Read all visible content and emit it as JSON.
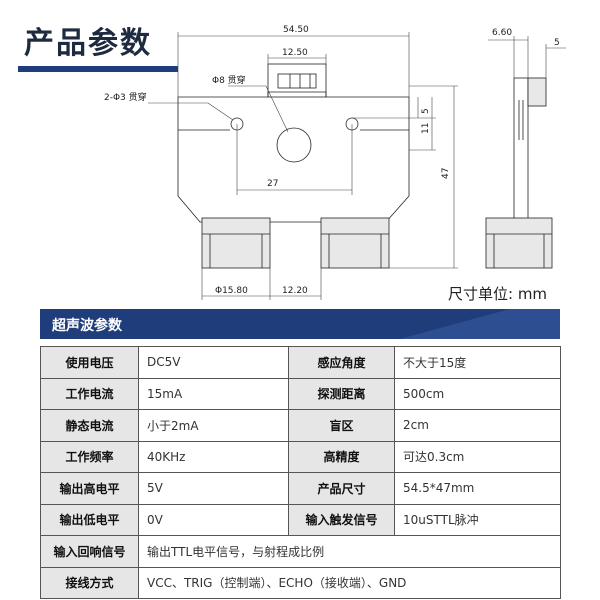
{
  "header": {
    "title": "产品参数"
  },
  "drawing": {
    "dims": {
      "width": "54.50",
      "connector_width": "12.50",
      "hole_center": "Φ8 贯穿",
      "mount_holes": "2-Φ3 贯穿",
      "offset_5": "5",
      "offset_11": "11",
      "height": "47",
      "hole_spacing": "27",
      "transducer_dia": "Φ15.80",
      "transducer_gap": "12.20",
      "side_thickness": "6.60",
      "side_pin": "5"
    },
    "unit_label": "尺寸单位:  mm"
  },
  "section": {
    "title": "超声波参数"
  },
  "specs": {
    "rows": [
      {
        "l1": "使用电压",
        "v1": "DC5V",
        "l2": "感应角度",
        "v2": "不大于15度"
      },
      {
        "l1": "工作电流",
        "v1": "15mA",
        "l2": "探测距离",
        "v2": "500cm"
      },
      {
        "l1": "静态电流",
        "v1": "小于2mA",
        "l2": "盲区",
        "v2": "2cm"
      },
      {
        "l1": "工作频率",
        "v1": "40KHz",
        "l2": "高精度",
        "v2": "可达0.3cm"
      },
      {
        "l1": "输出高电平",
        "v1": "5V",
        "l2": "产品尺寸",
        "v2": "54.5*47mm"
      },
      {
        "l1": "输出低电平",
        "v1": "0V",
        "l2": "输入触发信号",
        "v2": "10uSTTL脉冲"
      }
    ],
    "wide_rows": [
      {
        "label": "输入回响信号",
        "value": "输出TTL电平信号，与射程成比例"
      },
      {
        "label": "接线方式",
        "value": "VCC、TRIG（控制端）、ECHO（接收端）、GND"
      }
    ]
  }
}
